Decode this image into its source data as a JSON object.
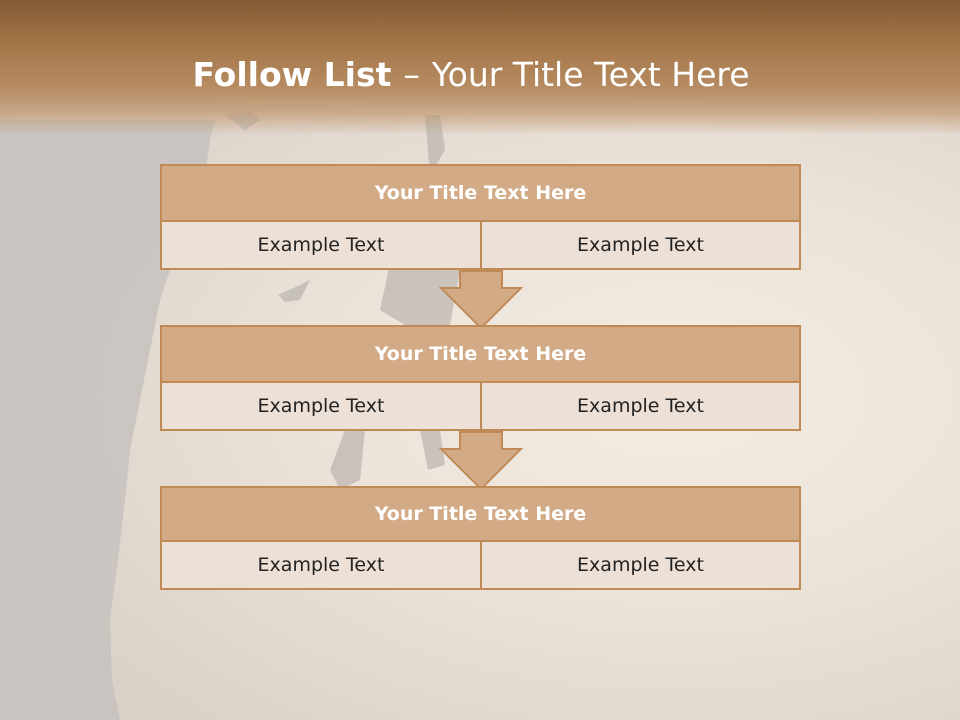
{
  "slide": {
    "title_strong": "Follow List",
    "title_separator": "–",
    "title_rest": "Your Title Text Here"
  },
  "flow": {
    "blocks": [
      {
        "title": "Your Title Text Here",
        "left": "Example Text",
        "right": "Example Text"
      },
      {
        "title": "Your Title Text Here",
        "left": "Example Text",
        "right": "Example Text"
      },
      {
        "title": "Your Title Text Here",
        "left": "Example Text",
        "right": "Example Text"
      }
    ]
  },
  "colors": {
    "title_band": "#a27447",
    "header_fill": "#d2ab86",
    "cell_fill": "#ede0d6",
    "border": "#c08a57",
    "arrow_fill": "#d2ab86"
  }
}
